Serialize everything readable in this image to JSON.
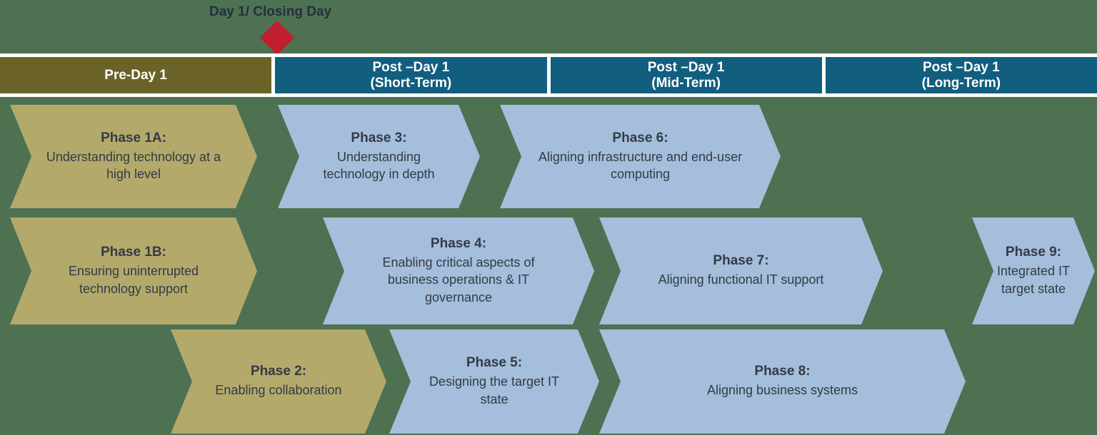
{
  "colors": {
    "bg-green": "#4e7152",
    "header-olive": "#6b6228",
    "header-blue": "#125e7e",
    "arrow-olive": "#b3a96b",
    "arrow-blue": "#a4bedb",
    "diamond-red": "#c01f2e",
    "text-dark": "#333b46",
    "header-text": "#ffffff",
    "milestone-text": "#232f3e"
  },
  "milestone": {
    "label": "Day 1/ Closing Day",
    "icon": "diamond-icon"
  },
  "header": {
    "segments": [
      {
        "label": "Pre-Day 1",
        "sublabel": ""
      },
      {
        "label": "Post –Day 1",
        "sublabel": "(Short-Term)"
      },
      {
        "label": "Post –Day 1",
        "sublabel": "(Mid-Term)"
      },
      {
        "label": "Post –Day 1",
        "sublabel": "(Long-Term)"
      }
    ]
  },
  "phases": {
    "p1a": {
      "title": "Phase 1A:",
      "desc": "Understanding technology at a high level"
    },
    "p1b": {
      "title": "Phase 1B:",
      "desc": "Ensuring uninterrupted technology support"
    },
    "p2": {
      "title": "Phase 2:",
      "desc": "Enabling collaboration"
    },
    "p3": {
      "title": "Phase 3:",
      "desc": "Understanding technology in depth"
    },
    "p4": {
      "title": "Phase 4:",
      "desc": "Enabling critical aspects of business operations & IT governance"
    },
    "p5": {
      "title": "Phase 5:",
      "desc": "Designing the target IT state"
    },
    "p6": {
      "title": "Phase 6:",
      "desc": "Aligning infrastructure and end-user computing"
    },
    "p7": {
      "title": "Phase 7:",
      "desc": "Aligning functional IT support"
    },
    "p8": {
      "title": "Phase 8:",
      "desc": "Aligning business systems"
    },
    "p9": {
      "title": "Phase 9:",
      "desc": "Integrated IT target state"
    }
  }
}
